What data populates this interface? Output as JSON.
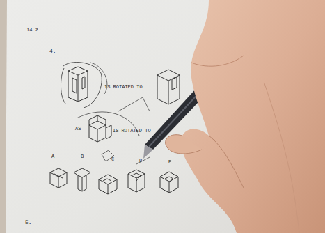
{
  "diagram": {
    "labels": [
      "14 2",
      "4.",
      "IS ROTATED TO",
      "AS",
      "IS ROTATED TO",
      "A",
      "B",
      "C",
      "D",
      "E",
      "5."
    ]
  }
}
